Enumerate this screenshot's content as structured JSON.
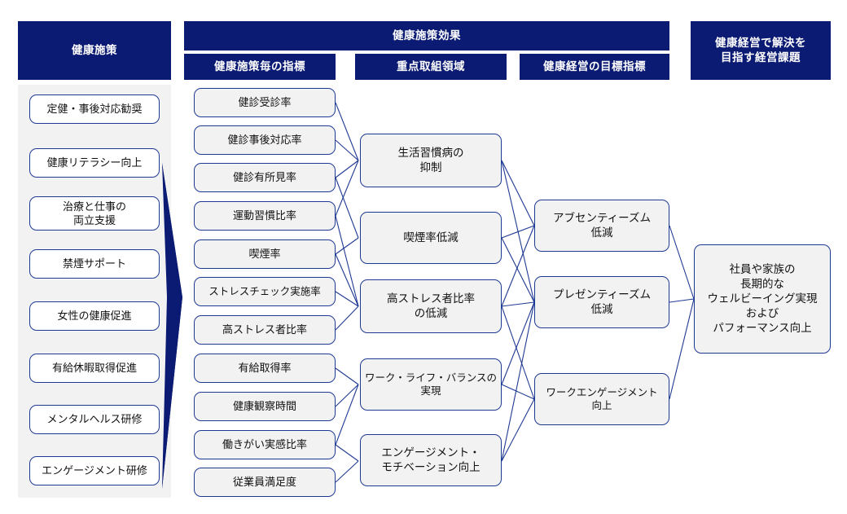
{
  "headers": {
    "policy": "健康施策",
    "effect": "健康施策効果",
    "kpi": "健康施策毎の指標",
    "focus": "重点取組領域",
    "goal": "健康経営の目標指標",
    "issue": "健康経営で解決を\n目指す経営課題"
  },
  "colors": {
    "header_bg": "#0b1a72",
    "header_text": "#ffffff",
    "node_fill": "#f2f2f2",
    "node_border": "#1f3a93",
    "panel_bg": "#f2f2f2",
    "link_stroke": "#1f3a93",
    "arrow_fill": "#0b1a72"
  },
  "columns": {
    "policies": [
      {
        "label": "定健・事後対応勧奨"
      },
      {
        "label": "健康リテラシー向上"
      },
      {
        "label": "治療と仕事の\n両立支援"
      },
      {
        "label": "禁煙サポート"
      },
      {
        "label": "女性の健康促進"
      },
      {
        "label": "有給休暇取得促進"
      },
      {
        "label": "メンタルヘルス研修"
      },
      {
        "label": "エンゲージメント研修"
      }
    ],
    "indicators": [
      {
        "label": "健診受診率"
      },
      {
        "label": "健診事後対応率"
      },
      {
        "label": "健診有所見率"
      },
      {
        "label": "運動習慣比率"
      },
      {
        "label": "喫煙率"
      },
      {
        "label": "ストレスチェック実施率"
      },
      {
        "label": "高ストレス者比率"
      },
      {
        "label": "有給取得率"
      },
      {
        "label": "健康観察時間"
      },
      {
        "label": "働きがい実感比率"
      },
      {
        "label": "従業員満足度"
      }
    ],
    "focus_areas": [
      {
        "label": "生活習慣病の\n抑制"
      },
      {
        "label": "喫煙率低減"
      },
      {
        "label": "高ストレス者比率\nの低減"
      },
      {
        "label": "ワーク・ライフ・バランスの\n実現"
      },
      {
        "label": "エンゲージメント・\nモチベーション向上"
      }
    ],
    "goals": [
      {
        "label": "アブセンティーズム\n低減"
      },
      {
        "label": "プレゼンティーズム\n低減"
      },
      {
        "label": "ワークエンゲージメント\n向上"
      }
    ],
    "outcome": {
      "label": "社員や家族の\n長期的な\nウェルビーイング実現\nおよび\nパフォーマンス向上"
    }
  },
  "icons": {
    "flow_arrow": "right-arrow-icon"
  }
}
